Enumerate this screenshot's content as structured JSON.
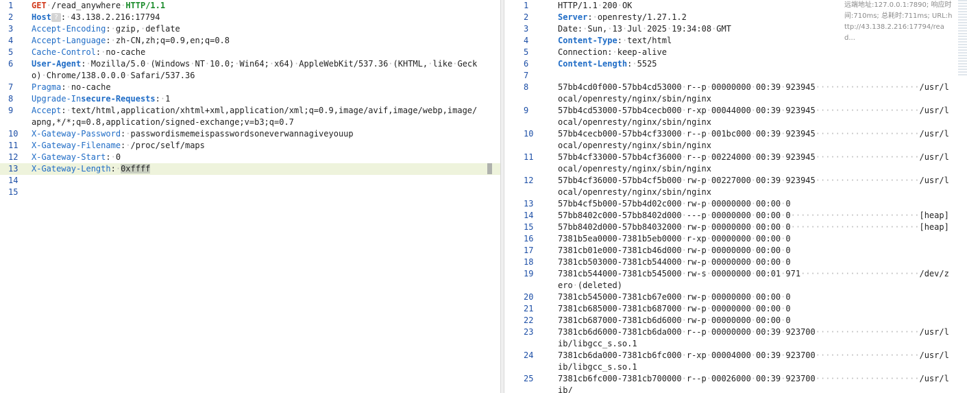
{
  "request": {
    "request_line": {
      "method": "GET",
      "path": "/read_anywhere",
      "version": "HTTP/1.1"
    },
    "host": {
      "name": "Host",
      "help_icon": "?",
      "value": "43.138.2.216:17794"
    },
    "headers": [
      {
        "name": "Accept-Encoding",
        "value": "gzip, deflate"
      },
      {
        "name": "Accept-Language",
        "value": "zh-CN,zh;q=0.9,en;q=0.8"
      },
      {
        "name": "Cache-Control",
        "value": "no-cache"
      },
      {
        "name": "User-Agent",
        "value": "Mozilla/5.0 (Windows NT 10.0; Win64; x64) AppleWebKit/537.36 (KHTML, like Gecko) Chrome/138.0.0.0 Safari/537.36",
        "bold": true
      },
      {
        "name": "Pragma",
        "value": "no-cache"
      },
      {
        "name_part1": "Upgrade-In",
        "name_part2": "secure-Requests",
        "value": "1"
      },
      {
        "name": "Accept",
        "value": "text/html,application/xhtml+xml,application/xml;q=0.9,image/avif,image/webp,image/apng,*/*;q=0.8,application/signed-exchange;v=b3;q=0.7"
      },
      {
        "name": "X-Gateway-Password",
        "value": "passwordismemeispasswordsoneverwannagiveyouup"
      },
      {
        "name": "X-Gateway-Filename",
        "value": "/proc/self/maps"
      },
      {
        "name": "X-Gateway-Start",
        "value": "0"
      },
      {
        "name": "X-Gateway-Length",
        "value": "0xffff"
      }
    ],
    "line_numbers": [
      "1",
      "2",
      "3",
      "4",
      "5",
      "6",
      "7",
      "8",
      "9",
      "10",
      "11",
      "12",
      "13",
      "14",
      "15"
    ]
  },
  "response": {
    "status_line": "HTTP/1.1 200 OK",
    "headers": [
      {
        "name": "Server",
        "value": "openresty/1.27.1.2",
        "bold": true
      },
      {
        "name": "Date",
        "value": "Sun, 13 Jul 2025 19:34:08 GMT",
        "bold": false
      },
      {
        "name": "Content-Type",
        "value": "text/html",
        "bold": true
      },
      {
        "name": "Connection",
        "value": "keep-alive",
        "bold": false
      },
      {
        "name": "Content-Length",
        "value": "5525",
        "bold": true
      }
    ],
    "body_lines": [
      {
        "n": "8",
        "text": "57bb4cd0f000-57bb4cd53000 r--p 00000000 00:39 923945                     /usr/local/openresty/nginx/sbin/nginx"
      },
      {
        "n": "9",
        "text": "57bb4cd53000-57bb4cecb000 r-xp 00044000 00:39 923945                     /usr/local/openresty/nginx/sbin/nginx"
      },
      {
        "n": "10",
        "text": "57bb4cecb000-57bb4cf33000 r--p 001bc000 00:39 923945                     /usr/local/openresty/nginx/sbin/nginx"
      },
      {
        "n": "11",
        "text": "57bb4cf33000-57bb4cf36000 r--p 00224000 00:39 923945                     /usr/local/openresty/nginx/sbin/nginx"
      },
      {
        "n": "12",
        "text": "57bb4cf36000-57bb4cf5b000 rw-p 00227000 00:39 923945                     /usr/local/openresty/nginx/sbin/nginx"
      },
      {
        "n": "13",
        "text": "57bb4cf5b000-57bb4d02c000 rw-p 00000000 00:00 0"
      },
      {
        "n": "14",
        "text": "57bb8402c000-57bb8402d000 ---p 00000000 00:00 0                          [heap]"
      },
      {
        "n": "15",
        "text": "57bb8402d000-57bb84032000 rw-p 00000000 00:00 0                          [heap]"
      },
      {
        "n": "16",
        "text": "7381b5ea0000-7381b5eb0000 r-xp 00000000 00:00 0"
      },
      {
        "n": "17",
        "text": "7381cb01e000-7381cb46d000 rw-p 00000000 00:00 0"
      },
      {
        "n": "18",
        "text": "7381cb503000-7381cb544000 rw-p 00000000 00:00 0"
      },
      {
        "n": "19",
        "text": "7381cb544000-7381cb545000 rw-s 00000000 00:01 971                        /dev/zero (deleted)"
      },
      {
        "n": "20",
        "text": "7381cb545000-7381cb67e000 rw-p 00000000 00:00 0"
      },
      {
        "n": "21",
        "text": "7381cb685000-7381cb687000 rw-p 00000000 00:00 0"
      },
      {
        "n": "22",
        "text": "7381cb687000-7381cb6d6000 rw-p 00000000 00:00 0"
      },
      {
        "n": "23",
        "text": "7381cb6d6000-7381cb6da000 r--p 00000000 00:39 923700                     /usr/lib/libgcc_s.so.1"
      },
      {
        "n": "24",
        "text": "7381cb6da000-7381cb6fc000 r-xp 00004000 00:39 923700                     /usr/lib/libgcc_s.so.1"
      },
      {
        "n": "25",
        "text": "7381cb6fc000-7381cb700000 r--p 00026000 00:39 923700                     /usr/lib/"
      }
    ]
  },
  "meta": {
    "remote": "远端地址:127.0.0.1:7890; 响应时间:710ms; 总耗时:711ms; URL:http://43.138.2.216:17794/read..."
  },
  "colors": {
    "method": "#d23b1d",
    "version": "#1c8c2c",
    "header_name": "#1f6cc6",
    "line_number": "#1c4ea6",
    "highlight": "#eef3dc"
  }
}
